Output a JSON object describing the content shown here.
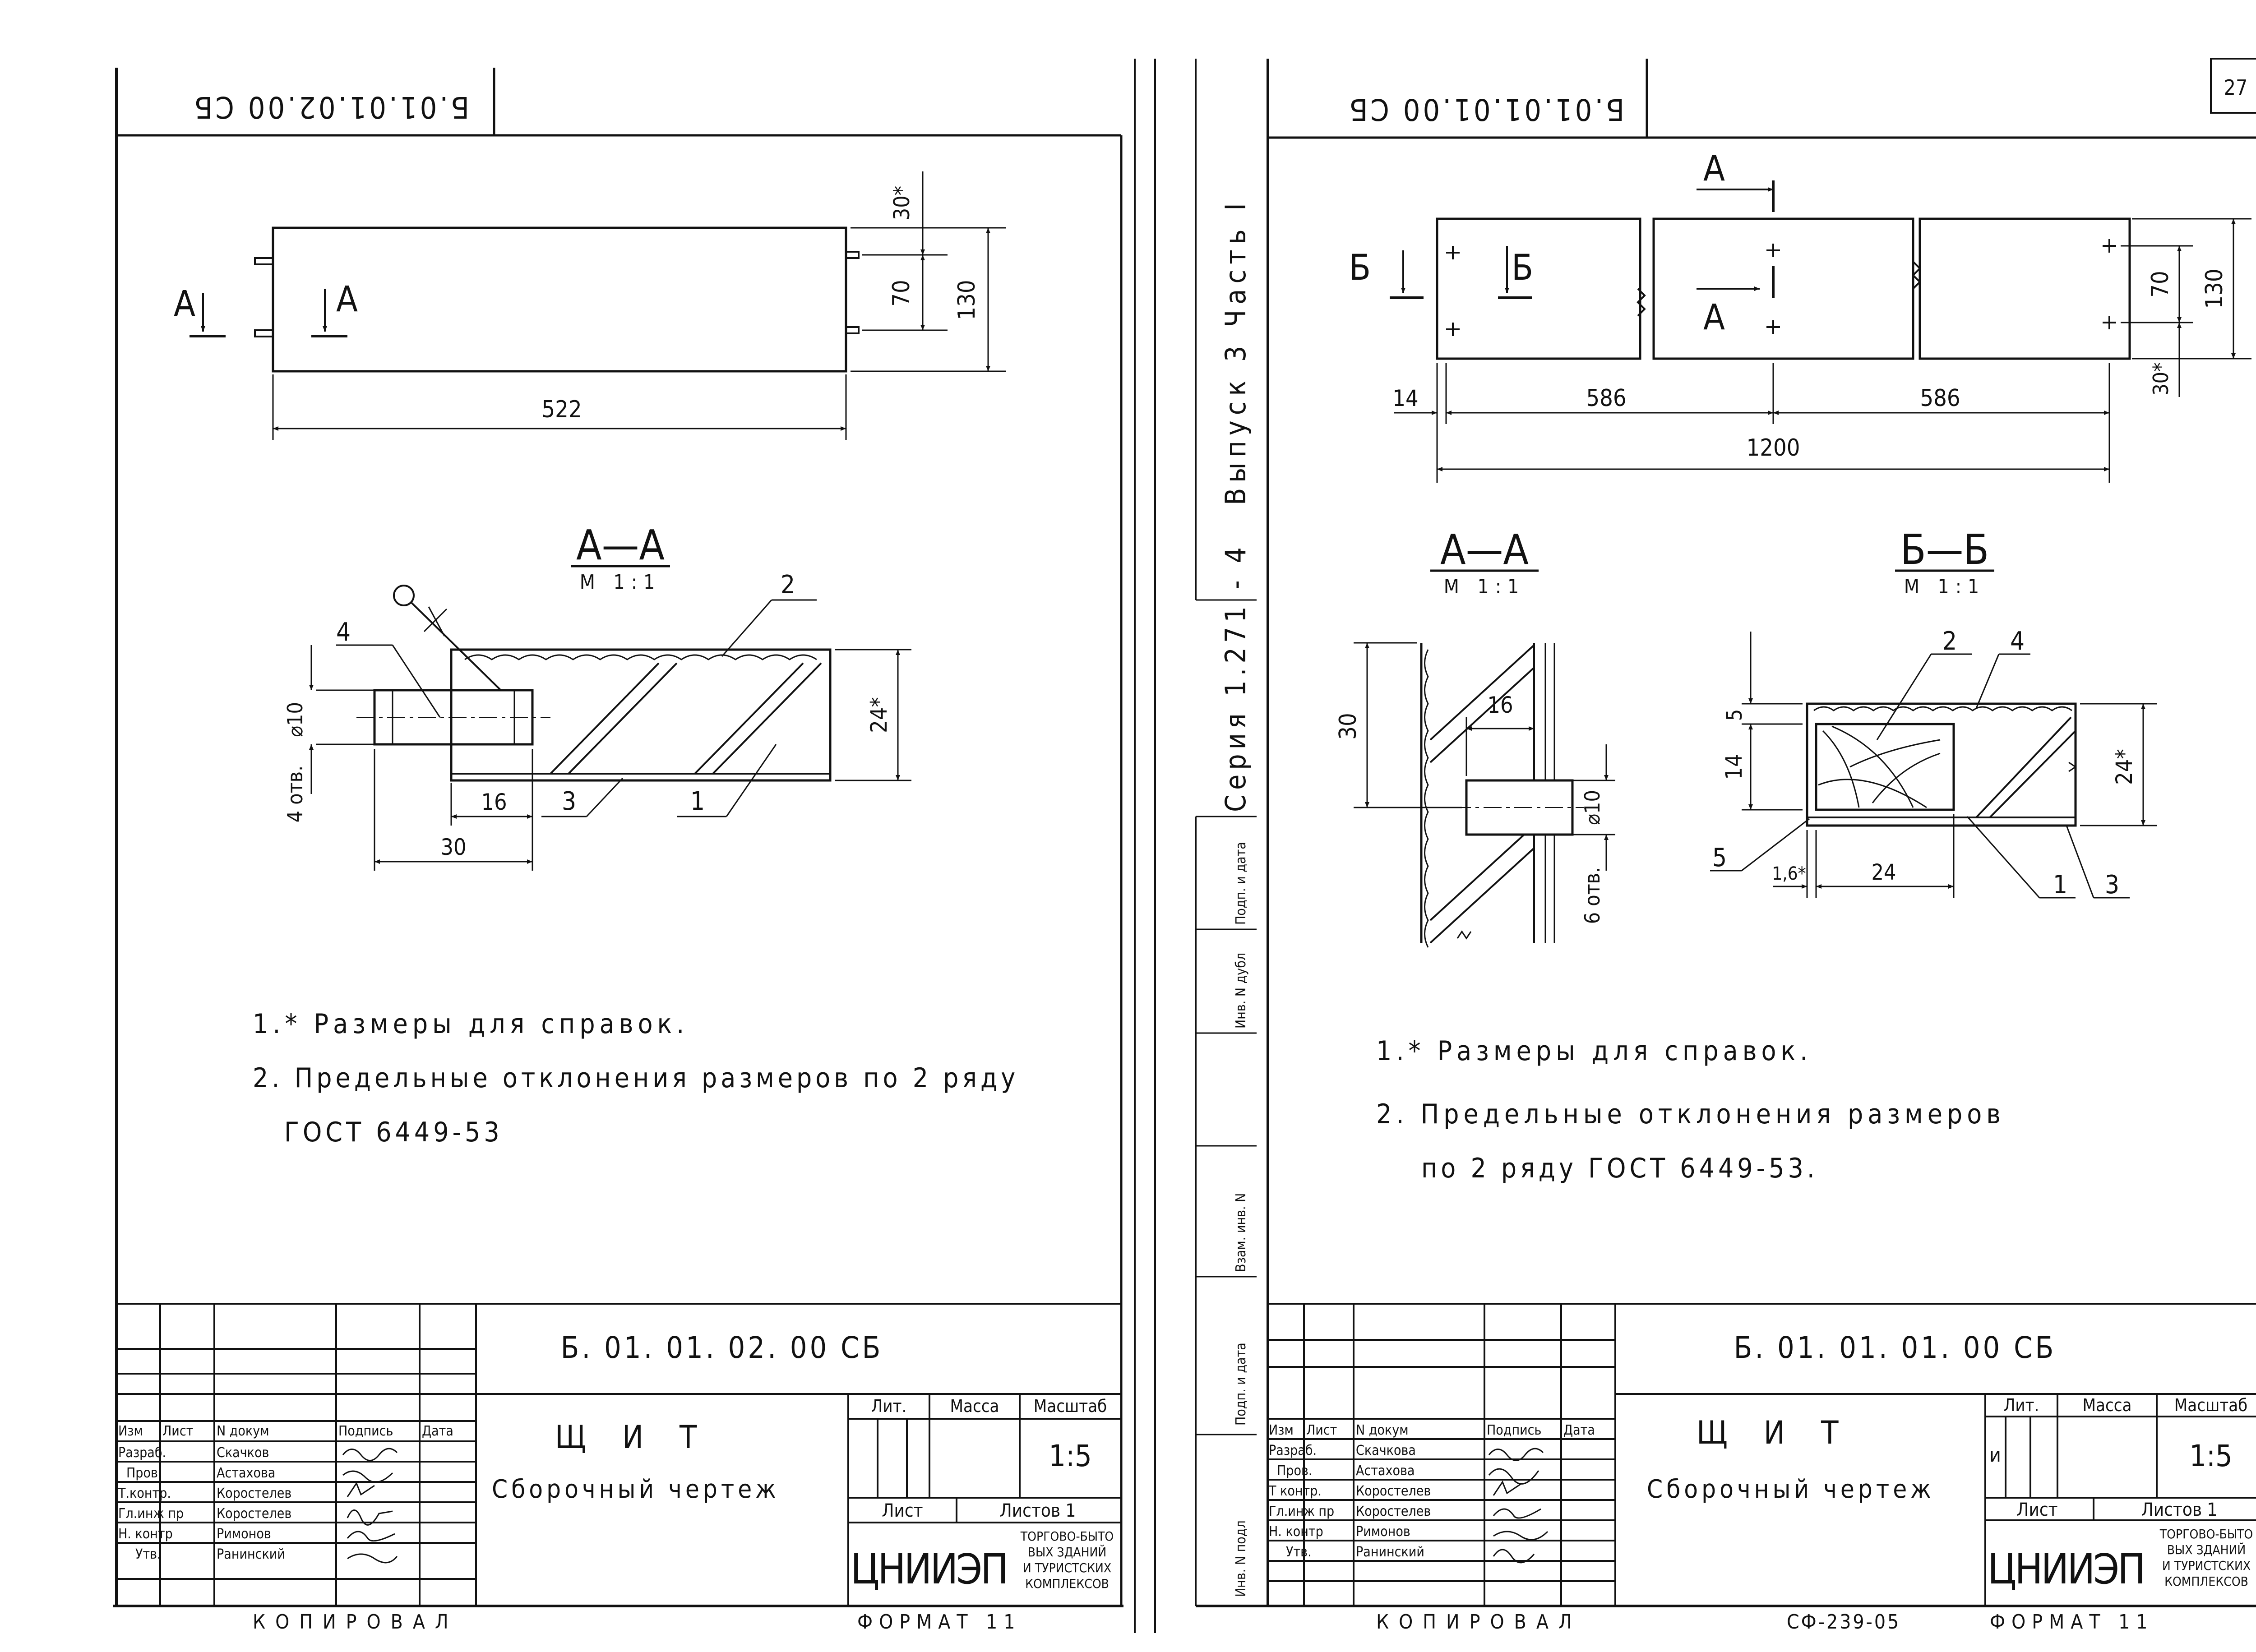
{
  "left": {
    "code_top": "Б.01.01.02.00 СБ",
    "code_main": "Б. 01. 01. 02. 00 СБ",
    "dims": {
      "w522": "522",
      "d30s": "30*",
      "d70": "70",
      "d130": "130",
      "d16": "16",
      "d30": "30",
      "d24s": "24*",
      "dia": "⌀10",
      "holes": "4 отв."
    },
    "section_a": "A",
    "section_title": "А—А",
    "section_scale": "М 1:1",
    "labels": {
      "l1": "1",
      "l2": "2",
      "l3": "3",
      "l4": "4"
    },
    "notes": [
      "1.* Размеры для справок.",
      "2. Предельные отклонения размеров по 2 ряду",
      "ГОСТ 6449-53"
    ],
    "titleblock": {
      "name1": "Щ И Т",
      "name2": "Сборочный чертеж",
      "lit": "Лит.",
      "mass": "Масса",
      "scale": "Масштаб",
      "scale_val": "1:5",
      "sheet": "Лист",
      "sheets": "Листов 1",
      "org": "ЦНИИЭП",
      "org_sub": [
        "ТОРГОВО-БЫТО",
        "ВЫХ ЗДАНИЙ",
        "И ТУРИСТСКИХ",
        "КОМПЛЕКСОВ"
      ],
      "hdr": [
        "Изм",
        "Лист",
        "N докум",
        "Подпись",
        "Дата"
      ],
      "roles": [
        "Разраб.",
        "Пров.",
        "Т.контр.",
        "Гл.инж пр",
        "Н. контр",
        "Утв."
      ],
      "names": [
        "Скачков",
        "Астахова",
        "Коростелев",
        "Коростелев",
        "Римонов",
        "Ранинский"
      ]
    },
    "copied": "КОПИРОВАЛ",
    "format": "ФОРМАТ 11"
  },
  "right": {
    "code_top": "Б.01.01.01.00 СБ",
    "code_main": "Б. 01. 01. 01. 00 СБ",
    "dims": {
      "d14": "14",
      "d586a": "586",
      "d586b": "586",
      "d1200": "1200",
      "d70": "70",
      "d130": "130",
      "d30s": "30*",
      "d30": "30",
      "d16": "16",
      "dia": "⌀10",
      "holes": "6 отв.",
      "d14b": "14",
      "d5": "5",
      "d24s": "24*",
      "d24": "24",
      "d16s": "1,6*"
    },
    "cut_a": "А",
    "cut_b": "Б",
    "section_aa": "А—А",
    "section_bb": "Б—Б",
    "section_scale": "М 1:1",
    "labels": {
      "l1": "1",
      "l2": "2",
      "l3": "3",
      "l4": "4",
      "l5": "5"
    },
    "notes": [
      "1.* Размеры для справок.",
      "2. Предельные отклонения размеров",
      "по 2 ряду ГОСТ 6449-53."
    ],
    "titleblock": {
      "name1": "Щ И Т",
      "name2": "Сборочный чертеж",
      "lit": "Лит.",
      "lit_val": "и",
      "mass": "Масса",
      "scale": "Масштаб",
      "scale_val": "1:5",
      "sheet": "Лист",
      "sheets": "Листов 1",
      "org": "ЦНИИЭП",
      "org_sub": [
        "ТОРГОВО-БЫТО",
        "ВЫХ ЗДАНИЙ",
        "И ТУРИСТСКИХ",
        "КОМПЛЕКСОВ"
      ],
      "hdr": [
        "Изм",
        "Лист",
        "N докум",
        "Подпись",
        "Дата"
      ],
      "roles": [
        "Разраб.",
        "Пров.",
        "Т контр.",
        "Гл.инж пр",
        "Н. контр",
        "Утв."
      ],
      "names": [
        "Скачкова",
        "Астахова",
        "Коростелев",
        "Коростелев",
        "Римонов",
        "Ранинский"
      ]
    },
    "copied": "КОПИРОВАЛ",
    "format": "ФОРМАТ 11",
    "stamp": "СФ-239-05"
  },
  "side": {
    "series": "Серия 1.271 - 4",
    "issue": "Выпуск 3 Часть I",
    "stamps": [
      "Инв. N подл",
      "Подп. и дата",
      "Взам. инв. N",
      "Инв. N дубл",
      "Подп. и дата"
    ]
  },
  "corner": "27"
}
